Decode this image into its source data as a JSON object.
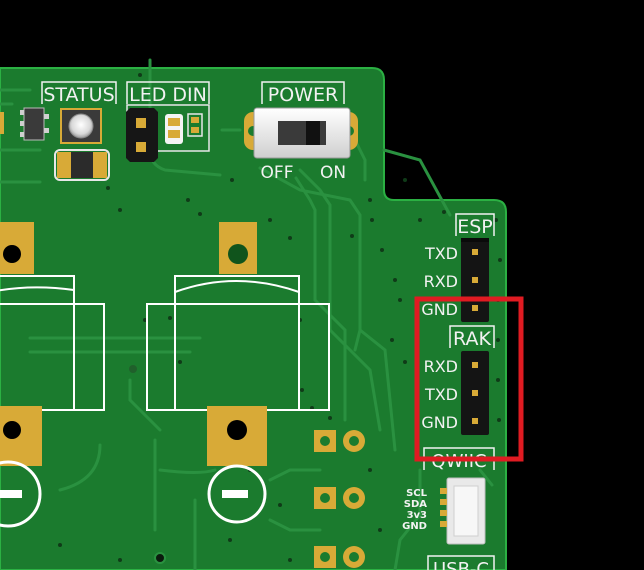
{
  "board": {
    "labels": {
      "status": "STATUS",
      "led_din": "LED DIN",
      "power": "POWER",
      "off": "OFF",
      "on": "ON",
      "esp": "ESP",
      "esp_txd": "TXD",
      "esp_rxd": "RXD",
      "esp_gnd": "GND",
      "rak": "RAK",
      "rak_rxd": "RXD",
      "rak_txd": "TXD",
      "rak_gnd": "GND",
      "qwiic": "QWIIC",
      "scl": "SCL",
      "sda": "SDA",
      "v3v3": "3v3",
      "gnd": "GND",
      "usbc": "USB-C"
    },
    "colors": {
      "background": "#000000",
      "pcb": "#1b7b2e",
      "pcb_edge": "#25a13c",
      "trace": "#2a9140",
      "silkscreen": "#f2f2f2",
      "gold": "#d8aa37",
      "header": "#141414",
      "highlight": "#e01b22"
    }
  }
}
